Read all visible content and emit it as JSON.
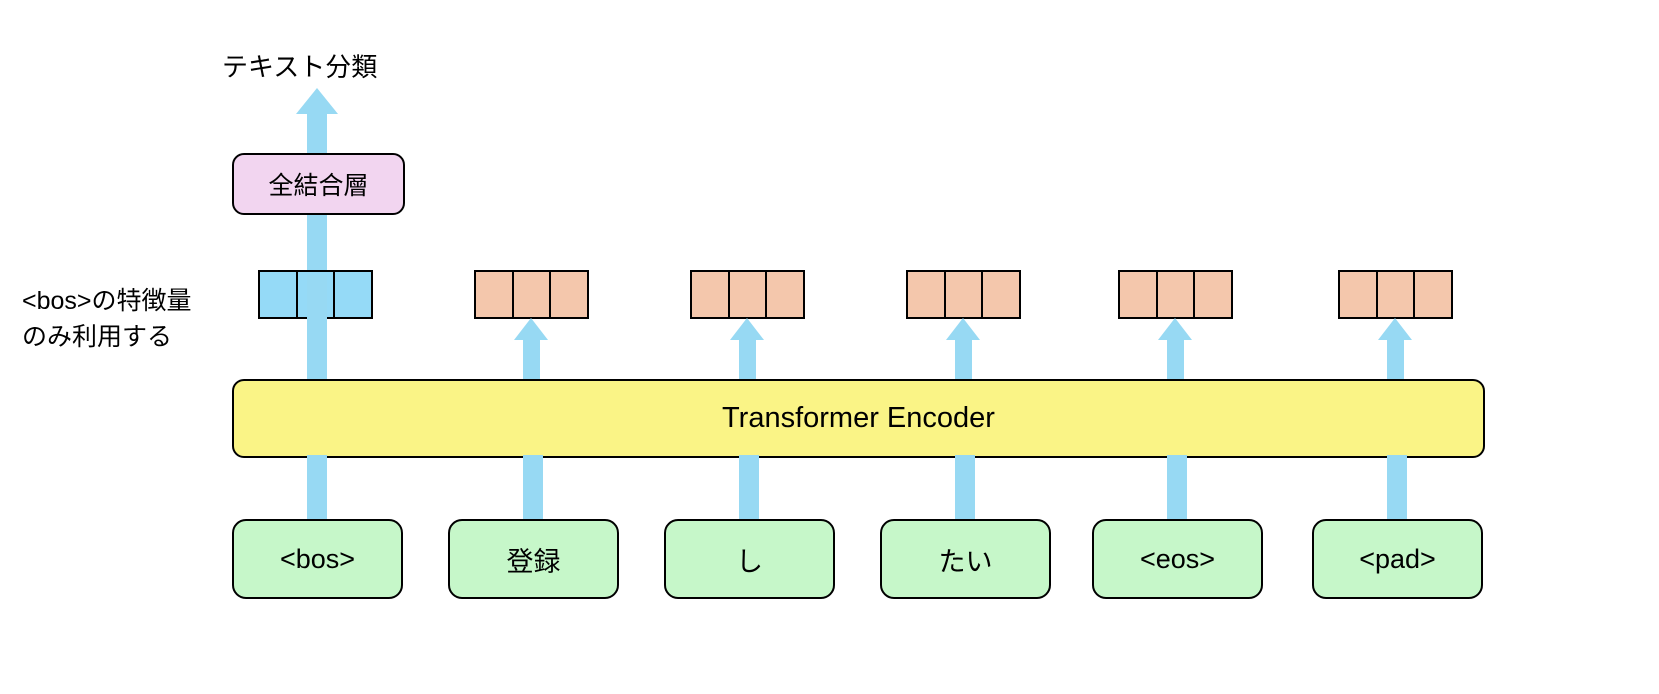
{
  "diagram": {
    "title_label": "テキスト分類",
    "feature_note": "<bos>の特徴量\nのみ利用する",
    "fc_layer_label": "全結合層",
    "encoder_label": "Transformer Encoder",
    "colors": {
      "arrow": "#97D9F3",
      "fc_layer_fill": "#F2D5F0",
      "encoder_fill": "#FAF486",
      "token_fill": "#C6F7C9",
      "feature_selected_fill": "#95DAF7",
      "feature_other_fill": "#F4C7AC",
      "outline": "#000000"
    },
    "tokens": [
      {
        "label": "<bos>",
        "feature_fill": "selected",
        "cells": 3
      },
      {
        "label": "登録",
        "feature_fill": "other",
        "cells": 3
      },
      {
        "label": "し",
        "feature_fill": "other",
        "cells": 3
      },
      {
        "label": "たい",
        "feature_fill": "other",
        "cells": 3
      },
      {
        "label": "<eos>",
        "feature_fill": "other",
        "cells": 3
      },
      {
        "label": "<pad>",
        "feature_fill": "other",
        "cells": 3
      }
    ]
  }
}
